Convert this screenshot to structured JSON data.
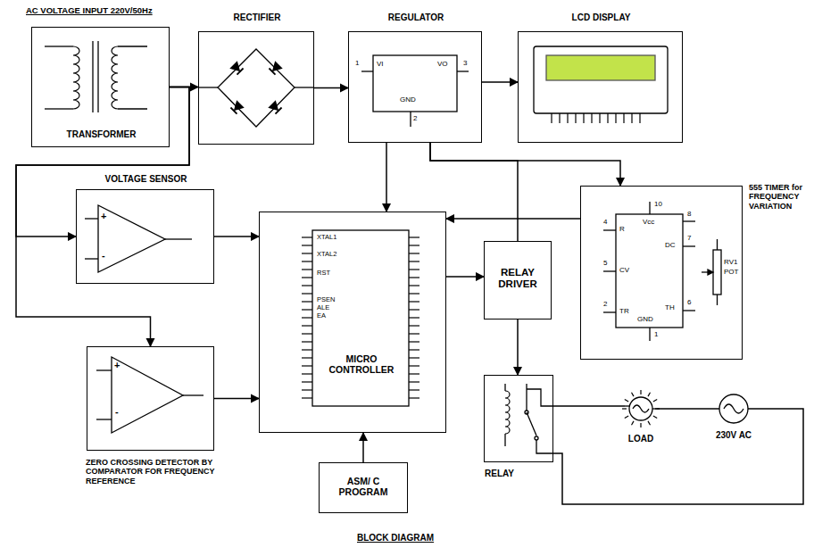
{
  "diagram": {
    "caption": "BLOCK DIAGRAM",
    "nodes": [
      {
        "text": [
          "AC VOLTAGE INPUT 220V/50Hz",
          "TRANSFORMER"
        ]
      },
      {
        "text": [
          "RECTIFIER"
        ]
      },
      {
        "text": [
          "REGULATOR"
        ]
      },
      {
        "text": [
          "LCD DISPLAY"
        ]
      },
      {
        "text": [
          "VOLTAGE SENSOR"
        ]
      },
      {
        "text": [
          "MICRO CONTROLLER"
        ]
      },
      {
        "text": [
          "RELAY DRIVER"
        ]
      },
      {
        "text": [
          "555 TIMER for FREQUENCY VARIATION"
        ]
      },
      {
        "text": [
          "ZERO CROSSING DETECTOR BY COMPARATOR FOR FREQUENCY REFERENCE"
        ]
      },
      {
        "text": [
          "ASM/ C PROGRAM"
        ]
      },
      {
        "text": [
          "RELAY"
        ]
      },
      {
        "text": [
          "LOAD"
        ]
      },
      {
        "text": [
          "230V AC"
        ]
      }
    ],
    "edges": [
      {
        "from": 0,
        "to": 1,
        "arrow": "to"
      },
      {
        "from": 1,
        "to": 2,
        "arrow": "to"
      },
      {
        "from": 2,
        "to": 3,
        "arrow": "to"
      },
      {
        "from": 0,
        "to": 4,
        "arrow": "to"
      },
      {
        "from": 0,
        "to": 8,
        "arrow": "to"
      },
      {
        "from": 4,
        "to": 5,
        "arrow": "to"
      },
      {
        "from": 8,
        "to": 5,
        "arrow": "to"
      },
      {
        "from": 2,
        "to": 5,
        "arrow": "to"
      },
      {
        "from": 2,
        "to": 7,
        "arrow": "to"
      },
      {
        "from": 2,
        "to": 6,
        "arrow": "none"
      },
      {
        "from": 7,
        "to": 5,
        "arrow": "to"
      },
      {
        "from": 5,
        "to": 6,
        "arrow": "to"
      },
      {
        "from": 6,
        "to": 10,
        "arrow": "to"
      },
      {
        "from": 9,
        "to": 5,
        "arrow": "to"
      },
      {
        "from": 10,
        "to": 11,
        "arrow": "none"
      },
      {
        "from": 11,
        "to": 12,
        "arrow": "none"
      },
      {
        "from": 12,
        "to": 10,
        "arrow": "none"
      }
    ],
    "labels": [
      "1",
      "VI",
      "VO",
      "3",
      "GND",
      "2",
      "XTAL1",
      "XTAL2",
      "RST",
      "PSEN",
      "ALE",
      "EA",
      "10",
      "Vcc",
      "8",
      "R",
      "4",
      "CV",
      "5",
      "DC",
      "7",
      "TR",
      "2",
      "GND",
      "1",
      "TH",
      "6",
      "RV1",
      "POT",
      "+",
      "-",
      "+",
      "-"
    ]
  }
}
